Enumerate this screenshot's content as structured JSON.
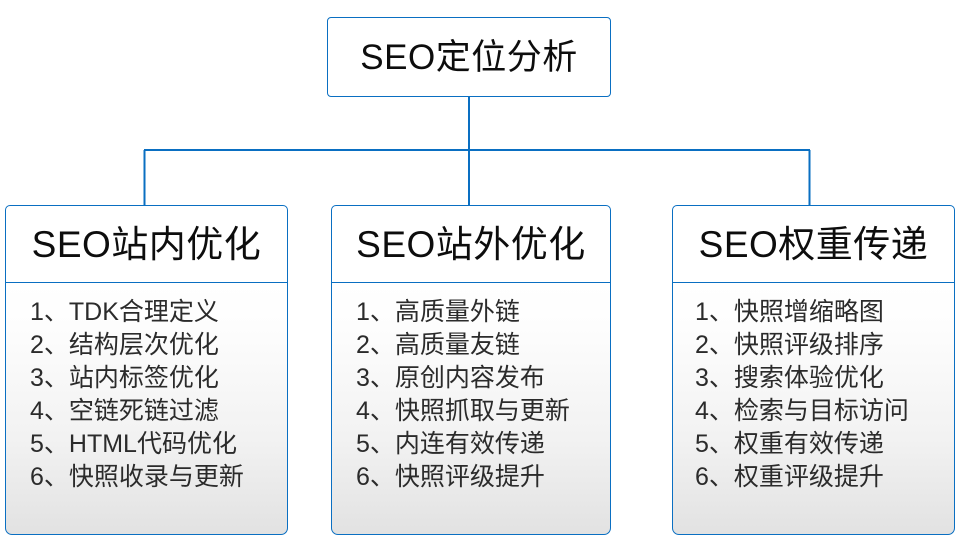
{
  "diagram": {
    "type": "org-chart",
    "orientation": "top-down",
    "accent_color": "#0a6fc2",
    "text_color": "#1a1a1a",
    "root": {
      "title": "SEO定位分析"
    },
    "branches": [
      {
        "title": "SEO站内优化",
        "items": [
          {
            "index": "1、",
            "text": "TDK合理定义"
          },
          {
            "index": "2、",
            "text": "结构层次优化"
          },
          {
            "index": "3、",
            "text": "站内标签优化"
          },
          {
            "index": "4、",
            "text": "空链死链过滤"
          },
          {
            "index": "5、",
            "text": "HTML代码优化"
          },
          {
            "index": "6、",
            "text": "快照收录与更新"
          }
        ]
      },
      {
        "title": "SEO站外优化",
        "items": [
          {
            "index": "1、",
            "text": "高质量外链"
          },
          {
            "index": "2、",
            "text": "高质量友链"
          },
          {
            "index": "3、",
            "text": "原创内容发布"
          },
          {
            "index": "4、",
            "text": "快照抓取与更新"
          },
          {
            "index": "5、",
            "text": "内连有效传递"
          },
          {
            "index": "6、",
            "text": "快照评级提升"
          }
        ]
      },
      {
        "title": "SEO权重传递",
        "items": [
          {
            "index": "1、",
            "text": "快照增缩略图"
          },
          {
            "index": "2、",
            "text": "快照评级排序"
          },
          {
            "index": "3、",
            "text": "搜索体验优化"
          },
          {
            "index": "4、",
            "text": "检索与目标访问"
          },
          {
            "index": "5、",
            "text": "权重有效传递"
          },
          {
            "index": "6、",
            "text": "权重评级提升"
          }
        ]
      }
    ]
  }
}
